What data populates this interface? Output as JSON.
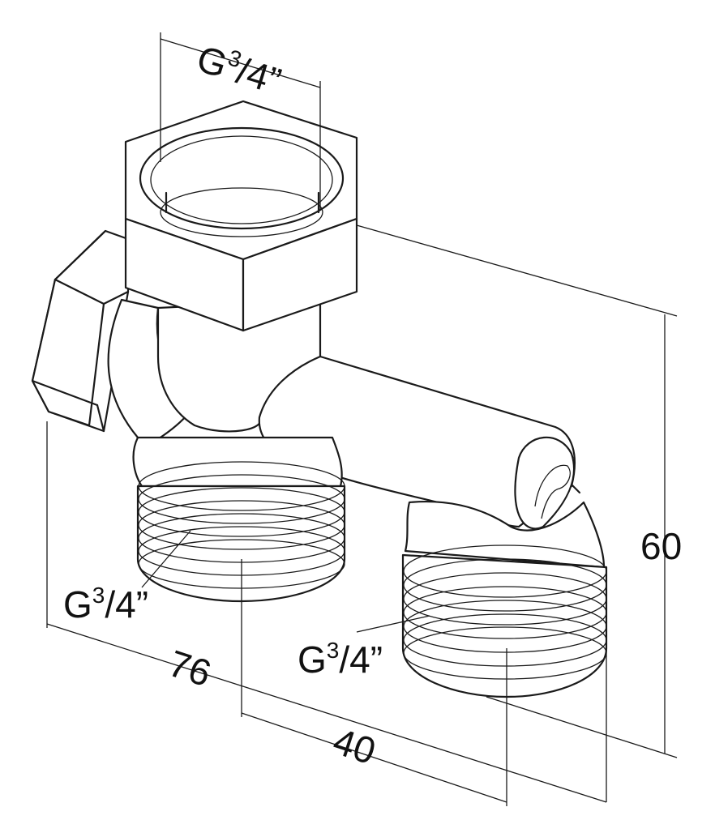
{
  "figure": {
    "subject": "angle valve with two male outlets",
    "labels": {
      "top_connection": {
        "main": "G",
        "sup": "3",
        "rest": "/4”"
      },
      "left_outlet": {
        "main": "G",
        "sup": "3",
        "rest": "/4”"
      },
      "right_outlet": {
        "main": "G",
        "sup": "3",
        "rest": "/4”"
      }
    },
    "dimensions": {
      "height": "60",
      "overall_width": "76",
      "outlet_spacing": "40"
    }
  }
}
